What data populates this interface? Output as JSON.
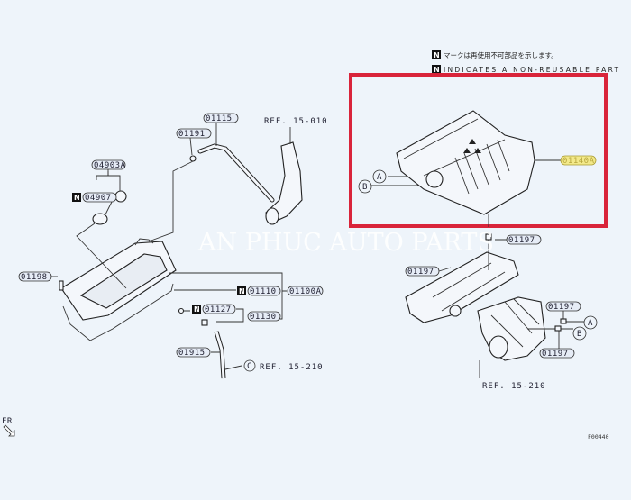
{
  "legend": {
    "n_mark": "N",
    "japanese_note": "マークは再使用不可部品を示します。",
    "english_note": "INDICATES A NON-REUSABLE PART"
  },
  "watermark": "AN PHUC AUTO PARTS",
  "highlight": {
    "color": "#d9243a",
    "part_label": "01140A",
    "label_highlight_color": "#f3e98a"
  },
  "parts": {
    "p01115": "01115",
    "p01191": "01191",
    "ref_15_010": "REF. 15-010",
    "p04903A": "04903A",
    "p04907": "04907",
    "p01198": "01198",
    "p01110": "01110",
    "p01100A": "01100A",
    "p01127": "01127",
    "p01130": "01130",
    "p01915": "01915",
    "ref_15_210_c": "REF. 15-210",
    "p01197_a": "01197",
    "p01197_b": "01197",
    "p01197_c": "01197",
    "p01197_d": "01197",
    "ref_15_210": "REF. 15-210"
  },
  "markers": {
    "a": "A",
    "b": "B",
    "c": "C",
    "n": "N"
  },
  "front_indicator": "FR",
  "diagram_code": "F00440"
}
